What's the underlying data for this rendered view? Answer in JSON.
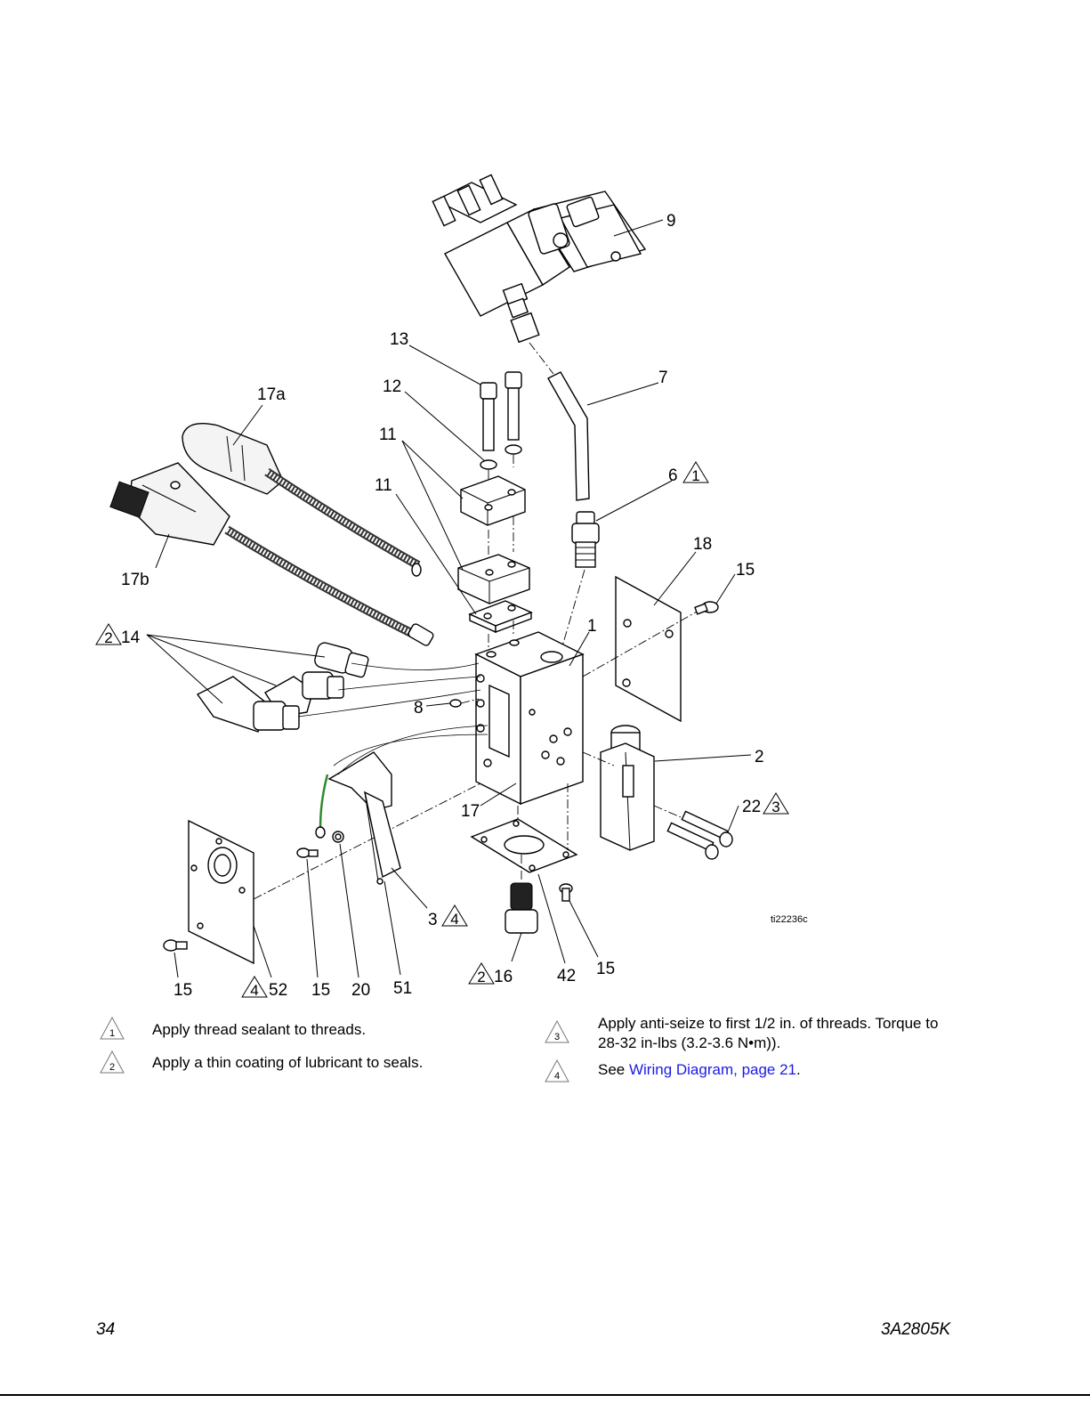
{
  "figure": {
    "id": "ti22236c",
    "callouts": {
      "c9": "9",
      "c13": "13",
      "c12": "12",
      "c7": "7",
      "c17a": "17a",
      "c11a": "11",
      "c11b": "11",
      "c6": "6",
      "c18": "18",
      "c15a": "15",
      "c17b": "17b",
      "c14": "14",
      "c1": "1",
      "c8": "8",
      "c2": "2",
      "c17": "17",
      "c22": "22",
      "c3": "3",
      "c16": "16",
      "c42": "42",
      "c15b": "15",
      "c15c": "15",
      "c52": "52",
      "c15d": "15",
      "c20": "20",
      "c51": "51"
    },
    "callout_notes": {
      "n6": "1",
      "n14": "2",
      "n22": "3",
      "n3": "4",
      "n16": "2",
      "n52": "4"
    }
  },
  "notes": [
    {
      "marker": "1",
      "text": "Apply thread sealant to threads."
    },
    {
      "marker": "2",
      "text": "Apply a thin coating of lubricant to seals."
    },
    {
      "marker": "3",
      "text": "Apply anti-seize to first 1/2 in. of threads. Torque to 28-32 in-lbs (3.2-3.6 N•m))."
    },
    {
      "marker": "4",
      "prefix": "See ",
      "link": "Wiring Diagram, page 21",
      "suffix": "."
    }
  ],
  "footer": {
    "page_number": "34",
    "doc_number": "3A2805K"
  },
  "colors": {
    "link": "#1a1ae6",
    "ground_wire": "#2e8b2e"
  }
}
